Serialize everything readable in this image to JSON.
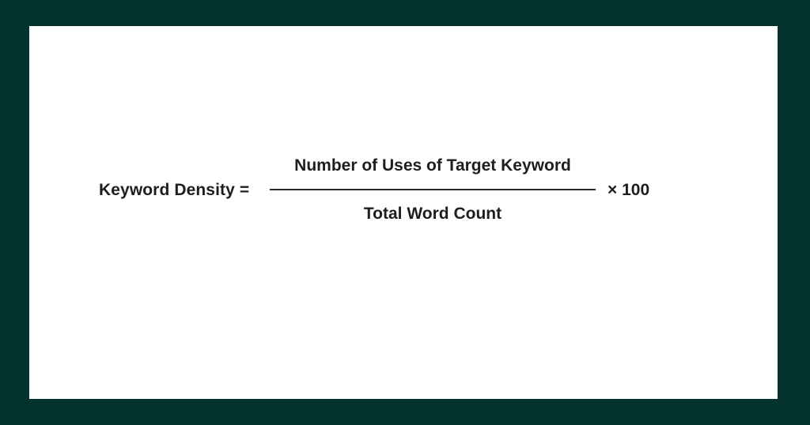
{
  "formula": {
    "lhs": "Keyword Density =",
    "numerator": "Number of Uses of Target Keyword",
    "denominator": "Total Word Count",
    "multiplier": "× 100"
  },
  "colors": {
    "frame": "#04332f",
    "card": "#ffffff",
    "text": "#1e1e1e"
  }
}
